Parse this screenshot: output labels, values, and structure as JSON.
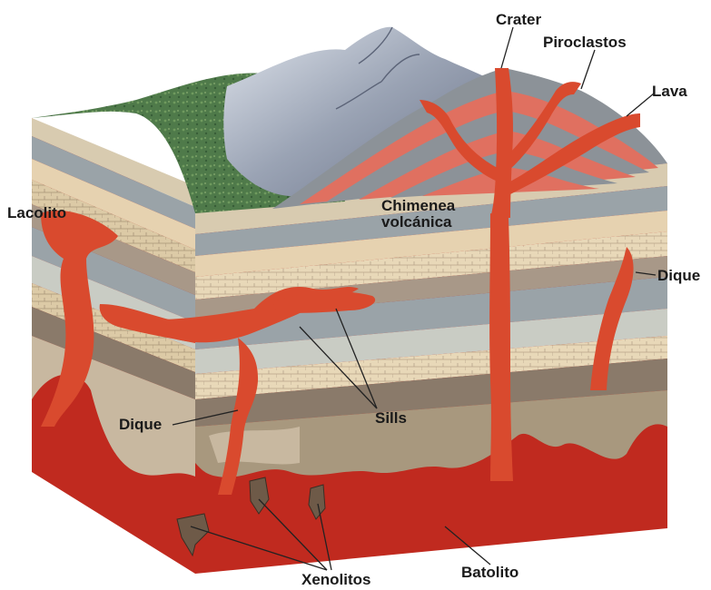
{
  "labels": {
    "crater": "Crater",
    "piroclastos": "Piroclastos",
    "lava": "Lava",
    "lacolito": "Lacolito",
    "chimenea_line1": "Chimenea",
    "chimenea_line2": "volcánica",
    "dique_right": "Dique",
    "dique_left": "Dique",
    "sills": "Sills",
    "xenolitos": "Xenolitos",
    "batolito": "Batolito"
  },
  "colors": {
    "magma": "#d94a2e",
    "magma_dark": "#b2281c",
    "batholith": "#c02a1f",
    "sandstone": "#e6d2b0",
    "shale_gray": "#9aa3a8",
    "limestone": "#e8d8b8",
    "dark_rock": "#8a7a6a",
    "vegetation": "#4f7a4a",
    "mountain": "#b8c0cc",
    "volcano_red": "#e07060",
    "volcano_gray": "#8c9298"
  }
}
